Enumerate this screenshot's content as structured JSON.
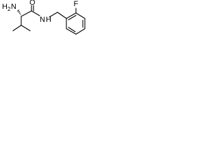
{
  "structure": {
    "atoms": {
      "amine": {
        "symbol": "H",
        "subscript": "2",
        "suffix": "N"
      },
      "carbonyl_oxygen": {
        "symbol": "O"
      },
      "amide_nitrogen": {
        "symbol": "N"
      },
      "amide_hydrogen": {
        "symbol": "H"
      },
      "fluorine": {
        "symbol": "F"
      }
    }
  },
  "colors": {
    "bond": "#000000",
    "label": "#000000",
    "background": "#ffffff"
  }
}
